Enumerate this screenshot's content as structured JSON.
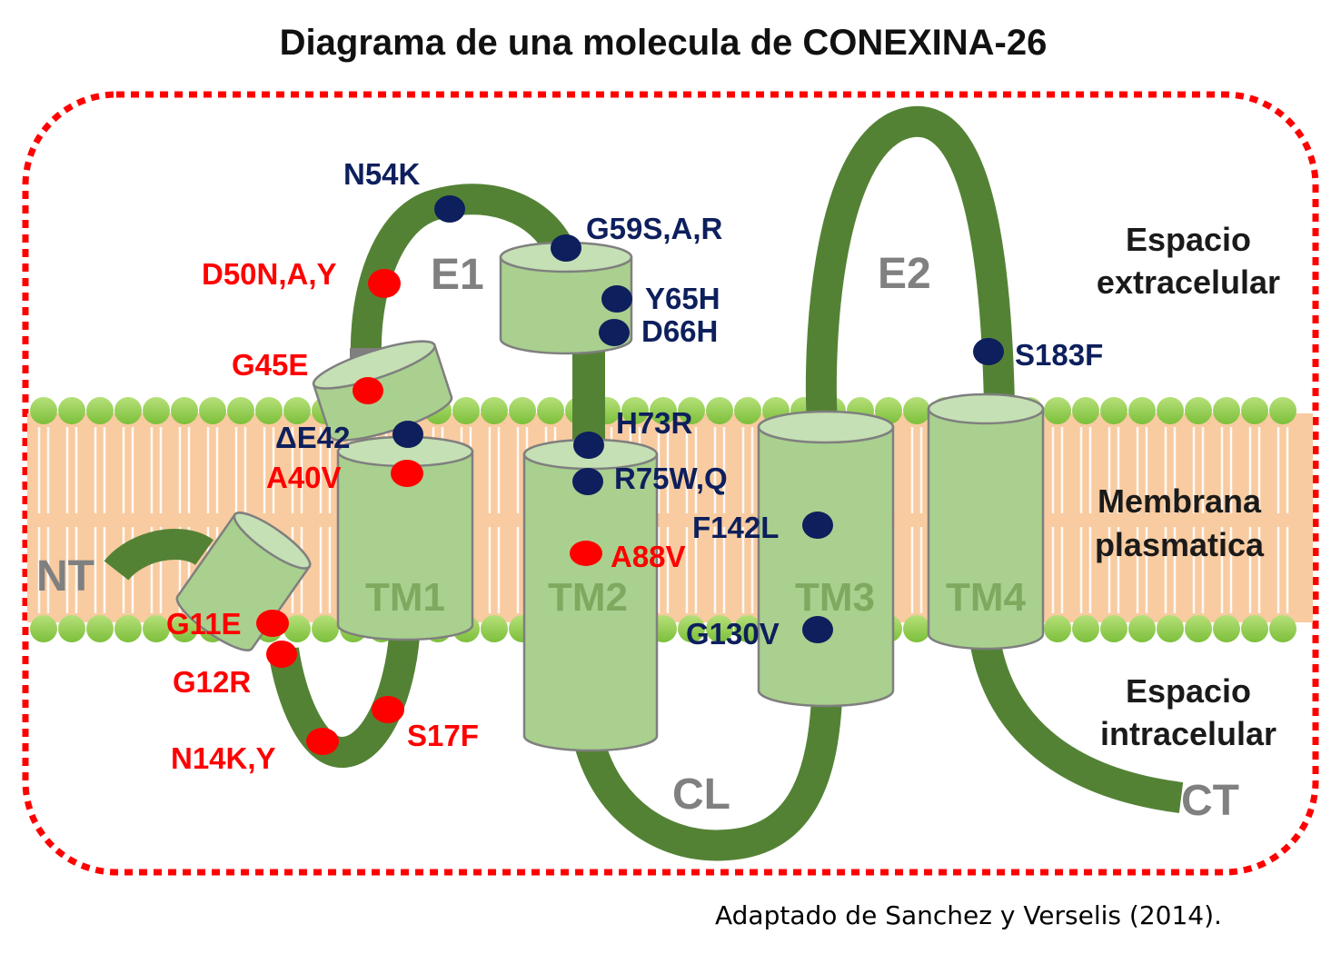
{
  "title": "Diagrama de una molecula de CONEXINA-26",
  "regions": {
    "extracellular": [
      "Espacio",
      "extracelular"
    ],
    "membrane": [
      "Membrana",
      "plasmatica"
    ],
    "intracellular": [
      "Espacio",
      "intracelular"
    ]
  },
  "segments": {
    "nt": "NT",
    "e1": "E1",
    "e2": "E2",
    "cl": "CL",
    "ct": "CT"
  },
  "helices": {
    "tm1": "TM1",
    "tm2": "TM2",
    "tm3": "TM3",
    "tm4": "TM4"
  },
  "mutations": {
    "n54k": "N54K",
    "g59s": "G59S,A,R",
    "d50n": "D50N,A,Y",
    "y65h": "Y65H",
    "d66h": "D66H",
    "g45e": "G45E",
    "de42": "ΔE42",
    "a40v": "A40V",
    "h73r": "H73R",
    "r75w": "R75W,Q",
    "f142l": "F142L",
    "a88v": "A88V",
    "g11e": "G11E",
    "g12r": "G12R",
    "g130v": "G130V",
    "s183f": "S183F",
    "n14k": "N14K,Y",
    "s17f": "S17F"
  },
  "colors": {
    "pathogenic_red": "#ff0000",
    "variant_blue": "#0d1f5c",
    "protein_green": "#548235",
    "helix_green": "#a9d08e",
    "membrane_orange": "#f8cba0",
    "lipid_head_green": "#92d050",
    "border_dotted_red": "#ff0000"
  },
  "credit": "Adaptado de Sanchez y Verselis (2014)."
}
